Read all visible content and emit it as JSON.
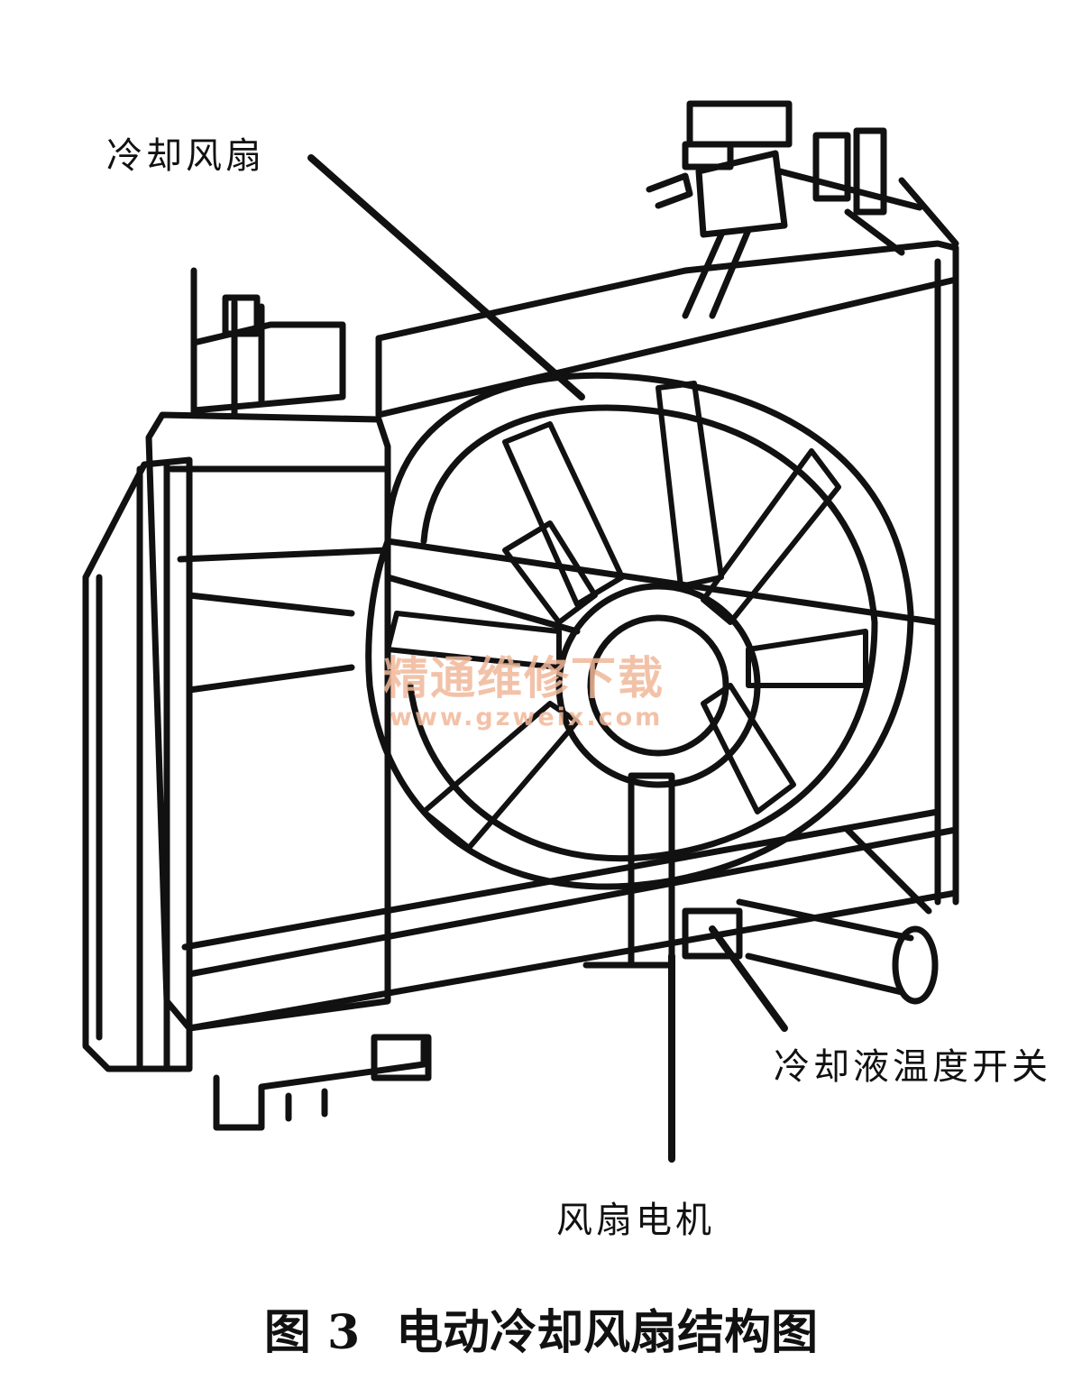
{
  "labels": {
    "cooling_fan": "冷却风扇",
    "coolant_temp_switch": "冷却液温度开关",
    "fan_motor": "风扇电机"
  },
  "watermark": {
    "text": "精通维修下载",
    "url": "www.gzweix.com"
  },
  "caption": {
    "figure_number": "图 3",
    "title": "电动冷却风扇结构图"
  },
  "colors": {
    "ink": "#111111",
    "watermark": "#f0b899",
    "background": "#ffffff"
  }
}
